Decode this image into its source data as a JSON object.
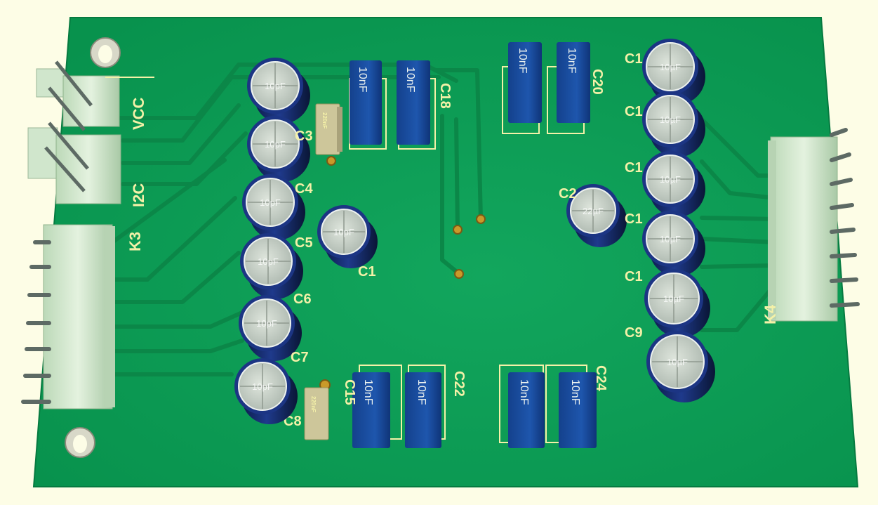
{
  "board": {
    "colors": {
      "background": "#fdfde6",
      "pcb": "#0a9a52",
      "trace": "#0b8748",
      "silkscreen": "#f4f1a8",
      "capacitor_body": "#1a2f7a",
      "capacitor_top": "#c9d2c8",
      "film_capacitor": "#1c4fa0",
      "connector": "#d6ead0"
    }
  },
  "connectors": [
    {
      "id": "vcc",
      "label": "VCC"
    },
    {
      "id": "i2c",
      "label": "I2C"
    },
    {
      "id": "k3",
      "label": "K3"
    },
    {
      "id": "k4",
      "label": "K4"
    }
  ],
  "electrolytics": [
    {
      "id": "C1",
      "ref": "C1",
      "value": "10pF"
    },
    {
      "id": "left1",
      "ref": "",
      "value": "10pF"
    },
    {
      "id": "left2",
      "ref": "C3",
      "value": "10pF"
    },
    {
      "id": "left3",
      "ref": "C4",
      "value": "10pF"
    },
    {
      "id": "left4",
      "ref": "C5",
      "value": "10pF"
    },
    {
      "id": "left5",
      "ref": "C6",
      "value": "10pF"
    },
    {
      "id": "left6",
      "ref": "C7",
      "value": "10pF"
    },
    {
      "id": "C2",
      "ref": "C2",
      "value": "22µF"
    },
    {
      "id": "right1",
      "ref": "C1",
      "value": "10µF"
    },
    {
      "id": "right2",
      "ref": "C1",
      "value": "10µF"
    },
    {
      "id": "right3",
      "ref": "C1",
      "value": "10µF"
    },
    {
      "id": "right4",
      "ref": "C1",
      "value": "10µF"
    },
    {
      "id": "right5",
      "ref": "C1",
      "value": "10µF"
    },
    {
      "id": "right6",
      "ref": "C9",
      "value": "10µF"
    }
  ],
  "film_caps": [
    {
      "id": "top1",
      "value": "10nF",
      "ref": ""
    },
    {
      "id": "top2",
      "value": "10nF",
      "ref": "C18"
    },
    {
      "id": "top3",
      "value": "10nF",
      "ref": ""
    },
    {
      "id": "top4",
      "value": "10nF",
      "ref": "C20"
    },
    {
      "id": "bot1",
      "value": "10nF",
      "ref": "C15"
    },
    {
      "id": "bot2",
      "value": "10nF",
      "ref": "C22"
    },
    {
      "id": "bot3",
      "value": "10nF",
      "ref": ""
    },
    {
      "id": "bot4",
      "value": "10nF",
      "ref": "C24"
    }
  ],
  "small_caps": [
    {
      "id": "small-top",
      "value": "220nF"
    },
    {
      "id": "small-bottom",
      "value": "220nF",
      "ref": "C8"
    }
  ]
}
